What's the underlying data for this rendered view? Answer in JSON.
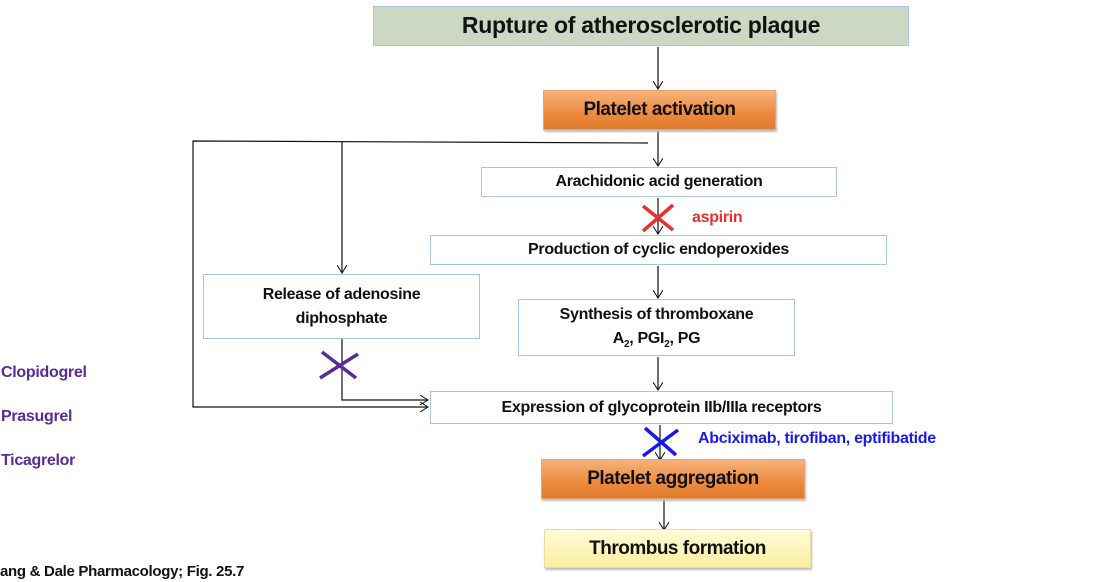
{
  "nodes": {
    "rupture": "Rupture of atherosclerotic plaque",
    "activation": "Platelet activation",
    "arachidonic": "Arachidonic acid generation",
    "endoperoxides": "Production of cyclic endoperoxides",
    "thromboxane_line1": "Synthesis of thromboxane",
    "thromboxane_a": "A",
    "thromboxane_sub1": "2",
    "thromboxane_pgi": ", PGI",
    "thromboxane_sub2": "2",
    "thromboxane_pg": ", PG",
    "adp": "Release of adenosine diphosphate",
    "glycoprotein": "Expression of glycoprotein IIb/IIIa receptors",
    "aggregation": "Platelet aggregation",
    "thrombus": "Thrombus formation"
  },
  "inhibitors": {
    "aspirin": "aspirin",
    "gp_blockers": "Abciximab, tirofiban, eptifibatide",
    "adp_blockers": [
      "Clopidogrel",
      "Prasugrel",
      "Ticagrelor"
    ]
  },
  "citation": "ang & Dale Pharmacology; Fig. 25.7",
  "colors": {
    "aspirin": "#e8302e",
    "gp_blockers": "#1a1ae6",
    "adp_blockers": "#5a2a96"
  }
}
